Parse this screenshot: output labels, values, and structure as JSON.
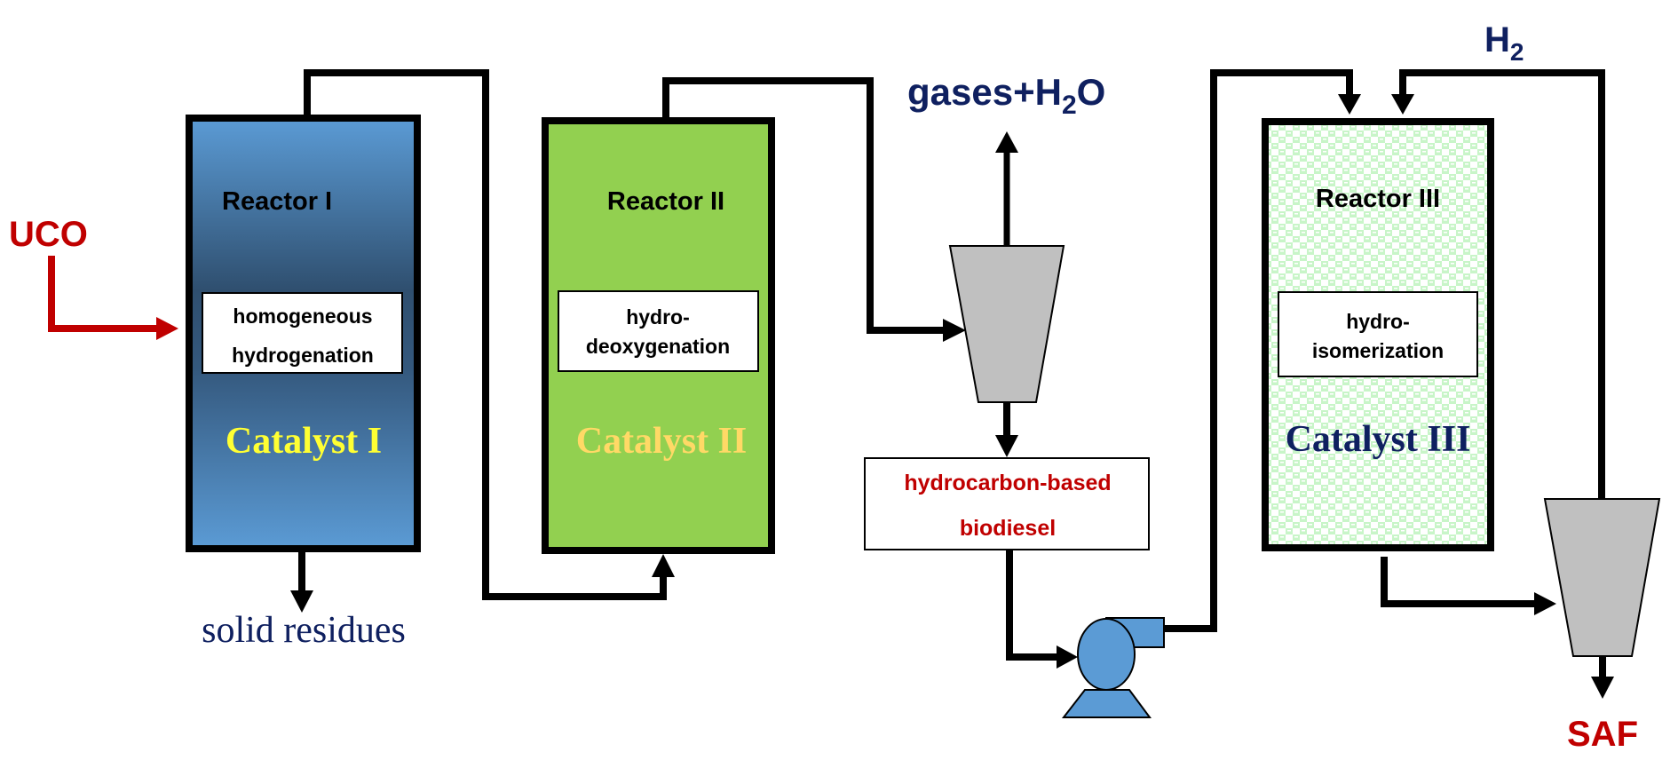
{
  "title": "UCO to SAF process flow diagram",
  "colors": {
    "feed_red": "#c00000",
    "navy": "#0f2060",
    "pipe": "#000000",
    "reactor1_light": "#5b9bd5",
    "reactor1_dark": "#2f4f6f",
    "reactor2_fill": "#92d050",
    "reactor3_pattern": "#c8f5c8",
    "catalyst1_text": "#ffff33",
    "catalyst2_text": "#ffd966",
    "separator_fill": "#c0c0c0",
    "pump_fill": "#5b9bd5"
  },
  "streams": {
    "feed": "UCO",
    "solid_residues": "solid residues",
    "gases_prefix": "gases+H",
    "gases_sub": "2",
    "gases_suffix": "O",
    "hydrogen_prefix": "H",
    "hydrogen_sub": "2",
    "product": "SAF"
  },
  "reactors": [
    {
      "name": "Reactor I",
      "process_line1": "homogeneous",
      "process_line2": "hydrogenation",
      "catalyst": "Catalyst I"
    },
    {
      "name": "Reactor II",
      "process_line1": "hydro-",
      "process_line2": "deoxygenation",
      "catalyst": "Catalyst II"
    },
    {
      "name": "Reactor III",
      "process_line1": "hydro-",
      "process_line2": "isomerization",
      "catalyst": "Catalyst III"
    }
  ],
  "intermediate": {
    "line1": "hydrocarbon-based",
    "line2": "biodiesel"
  }
}
